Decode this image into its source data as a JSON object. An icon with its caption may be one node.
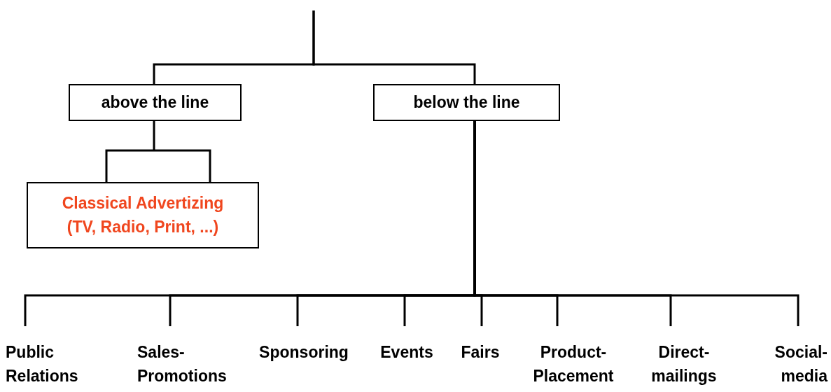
{
  "diagram": {
    "nodes": [
      {
        "text": [
          "above the line"
        ]
      },
      {
        "text": [
          "below the line"
        ]
      },
      {
        "text": [
          "Classical Advertizing (TV, Radio, Print, ...)"
        ]
      },
      {
        "text": [
          "Public Relations"
        ]
      },
      {
        "text": [
          "Sales- Promotions"
        ]
      },
      {
        "text": [
          "Sponsoring"
        ]
      },
      {
        "text": [
          "Events"
        ]
      },
      {
        "text": [
          "Fairs"
        ]
      },
      {
        "text": [
          "Product- Placement"
        ]
      },
      {
        "text": [
          "Direct- mailings"
        ]
      },
      {
        "text": [
          "Social- media"
        ]
      }
    ],
    "edges": [
      {
        "from": null,
        "to": 0,
        "arrow": "none"
      },
      {
        "from": null,
        "to": 1,
        "arrow": "none"
      },
      {
        "from": 0,
        "to": 2,
        "arrow": "none"
      },
      {
        "from": 1,
        "to": 3,
        "arrow": "none"
      },
      {
        "from": 1,
        "to": 4,
        "arrow": "none"
      },
      {
        "from": 1,
        "to": 5,
        "arrow": "none"
      },
      {
        "from": 1,
        "to": 6,
        "arrow": "none"
      },
      {
        "from": 1,
        "to": 7,
        "arrow": "none"
      },
      {
        "from": 1,
        "to": 8,
        "arrow": "none"
      },
      {
        "from": 1,
        "to": 9,
        "arrow": "none"
      },
      {
        "from": 1,
        "to": 10,
        "arrow": "none"
      }
    ]
  }
}
